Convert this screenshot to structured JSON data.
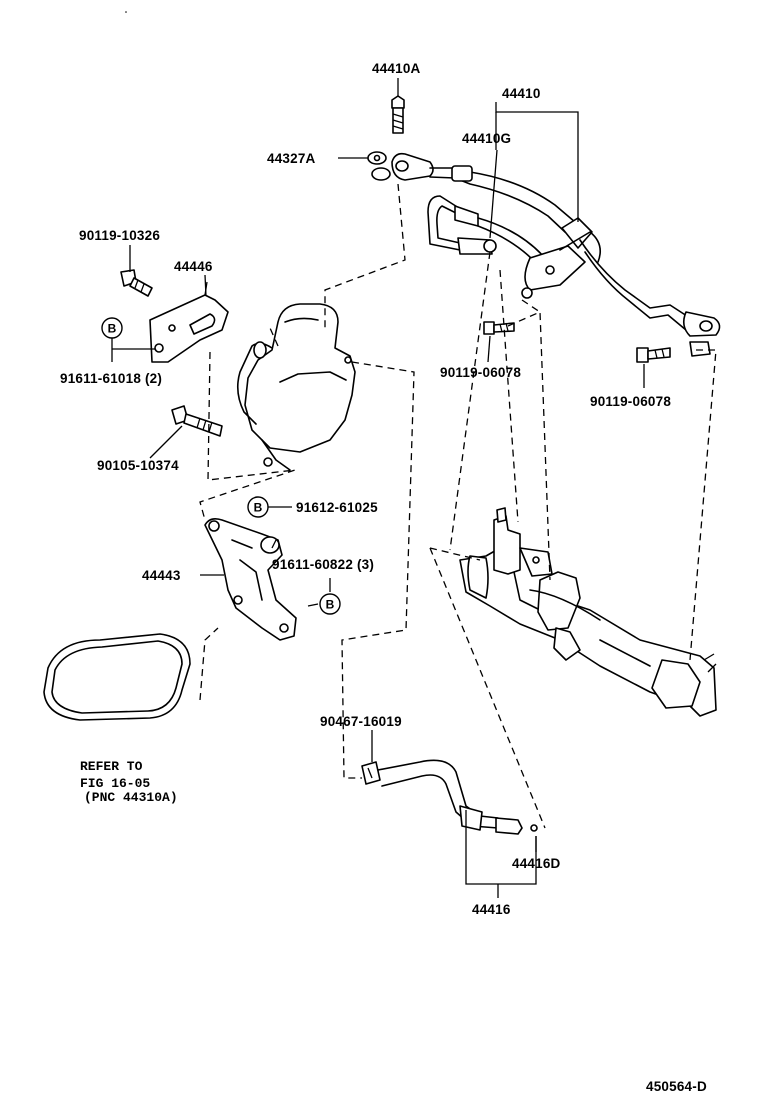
{
  "labels": {
    "p44410A": "44410A",
    "p44410": "44410",
    "p44410G": "44410G",
    "p44327A": "44327A",
    "p90119_10326": "90119-10326",
    "p44446": "44446",
    "p91611_61018": "91611-61018 (2)",
    "p90119_06078_a": "90119-06078",
    "p90119_06078_b": "90119-06078",
    "p90105_10374": "90105-10374",
    "p91612_61025": "91612-61025",
    "p44443": "44443",
    "p91611_60822": "91611-60822 (3)",
    "p90467_16019": "90467-16019",
    "p44416D": "44416D",
    "p44416": "44416"
  },
  "marker": "B",
  "refer": {
    "line1": "REFER TO",
    "line2": "FIG 16-05",
    "line3": "(PNC 44310A)"
  },
  "diagram_id": "450564-D"
}
